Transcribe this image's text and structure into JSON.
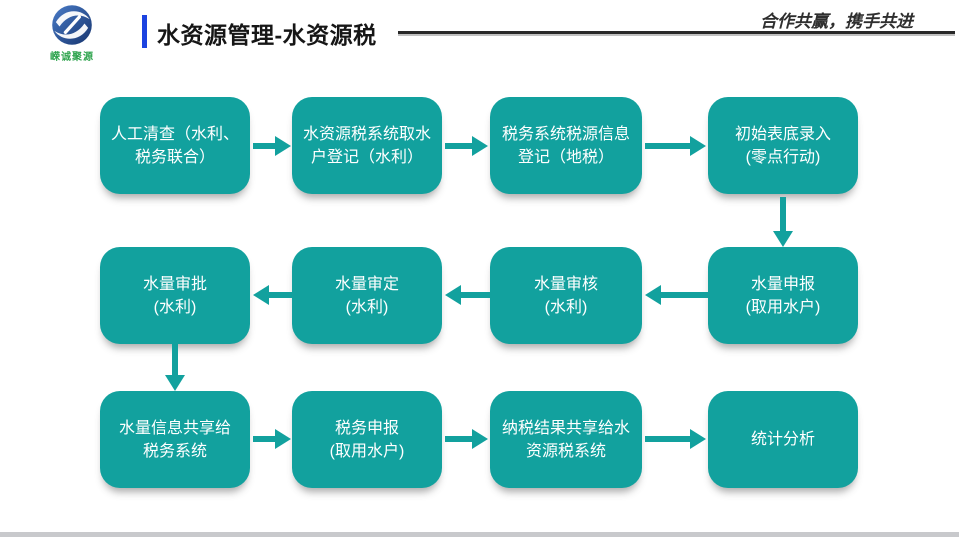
{
  "slide": {
    "colors": {
      "teal": "#12A19E",
      "accent_blue": "#1C43E0",
      "logo_green": "#2FA44E",
      "line_dark": "#282828",
      "bottom_bar": "#C8C9CC"
    },
    "logo": {
      "company_name": "嵘诚聚源"
    },
    "header": {
      "title": "水资源管理-水资源税",
      "slogan": "合作共赢，携手共进"
    },
    "flow": {
      "rows": [
        {
          "direction": "right",
          "boxes": [
            "人工清查（水利、\n税务联合）",
            "水资源税系统取水\n户登记（水利）",
            "税务系统税源信息\n登记（地税）",
            "初始表底录入\n(零点行动)"
          ]
        },
        {
          "direction": "left",
          "boxes": [
            "水量审批\n(水利)",
            "水量审定\n(水利)",
            "水量审核\n(水利)",
            "水量申报\n(取用水户)"
          ]
        },
        {
          "direction": "right",
          "boxes": [
            "水量信息共享给\n税务系统",
            "税务申报\n(取用水户)",
            "纳税结果共享给水\n资源税系统",
            "统计分析"
          ]
        }
      ],
      "connectors": [
        "row1-col4 down to row2-col4",
        "row2-col1 down to row3-col1"
      ]
    }
  }
}
